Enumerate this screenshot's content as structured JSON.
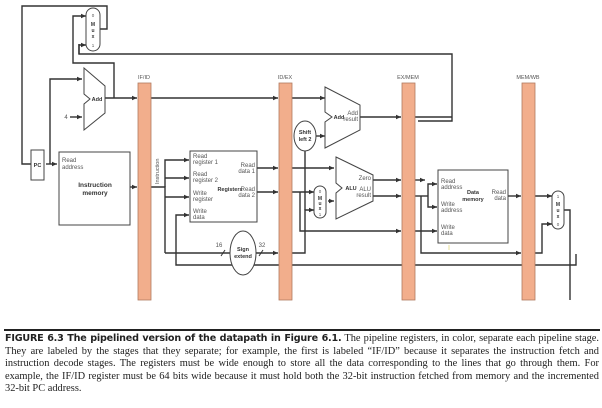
{
  "diagram": {
    "stages": [
      "IF/ID",
      "ID/EX",
      "EX/MEM",
      "MEM/WB"
    ],
    "pc": "PC",
    "constant_four": "4",
    "adders": {
      "pc_add": "Add",
      "branch_add": "Add",
      "branch_add_result": [
        "Add",
        "result"
      ]
    },
    "instruction_memory": {
      "read_address": [
        "Read",
        "address"
      ],
      "title": [
        "Instruction",
        "memory"
      ]
    },
    "instruction_label": "Instruction",
    "registers": {
      "title": "Registers",
      "read_register_1": [
        "Read",
        "register 1"
      ],
      "read_register_2": [
        "Read",
        "register 2"
      ],
      "write_register": [
        "Write",
        "register"
      ],
      "write_data": [
        "Write",
        "data"
      ],
      "read_data_1": [
        "Read",
        "data 1"
      ],
      "read_data_2": [
        "Read",
        "data 2"
      ]
    },
    "sign_extend": {
      "title": [
        "Sign",
        "extend"
      ],
      "in_bits": "16",
      "out_bits": "32"
    },
    "shift_left": [
      "Shift",
      "left 2"
    ],
    "alu": {
      "title": "ALU",
      "zero": "Zero",
      "result": [
        "ALU",
        "result"
      ]
    },
    "data_memory": {
      "title": [
        "Data",
        "memory"
      ],
      "read_address": [
        "Read",
        "address"
      ],
      "write_address": [
        "Write",
        "address"
      ],
      "write_data": [
        "Write",
        "data"
      ],
      "read_data": [
        "Read",
        "data"
      ]
    },
    "muxes": {
      "pc_mux": {
        "letters": [
          "M",
          "u",
          "x"
        ],
        "inputs": [
          "0",
          "1"
        ]
      },
      "alu_mux": {
        "letters": [
          "M",
          "u",
          "x"
        ],
        "inputs": [
          "0",
          "1"
        ]
      },
      "wb_mux": {
        "letters": [
          "M",
          "u",
          "x"
        ],
        "inputs": [
          "1",
          "0"
        ]
      }
    },
    "colors": {
      "pipeline_register": "#f2ae8c",
      "wire": "#333333"
    }
  },
  "caption": {
    "title": "FIGURE 6.3 The pipelined version of the datapath in Figure 6.1.",
    "body": " The pipeline registers, in color, separate each pipeline stage. They are labeled by the stages that they separate; for example, the first is labeled “IF/ID” because it separates the instruction fetch and instruction decode stages. The registers must be wide enough to store all the data corresponding to the lines that go through them. For example, the IF/ID register must be 64 bits wide because it must hold both the 32-bit instruction fetched from memory and the incremented 32-bit PC address."
  }
}
